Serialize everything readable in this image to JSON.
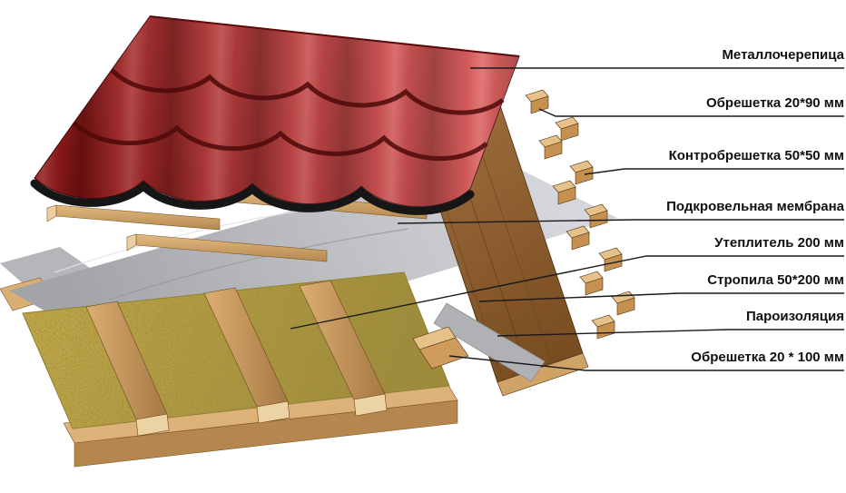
{
  "diagram": {
    "type": "roof-layer-cutaway",
    "labels": [
      {
        "text": "Металлочерепица"
      },
      {
        "text": "Обрешетка 20*90 мм"
      },
      {
        "text": "Контробрешетка 50*50 мм"
      },
      {
        "text": "Подкровельная мембрана"
      },
      {
        "text": "Утеплитель 200 мм"
      },
      {
        "text": "Стропила 50*200 мм"
      },
      {
        "text": "Пароизоляция"
      },
      {
        "text": "Обрешетка 20 * 100 мм"
      }
    ],
    "colors": {
      "tile_red": "#b81a1a",
      "wood_light": "#d6a96f",
      "wood_dark": "#8a5f30",
      "membrane_gray": "#b9babc",
      "insulation_yellow": "#c2a83e",
      "background": "#ffffff",
      "line": "#1a1a1a"
    }
  }
}
